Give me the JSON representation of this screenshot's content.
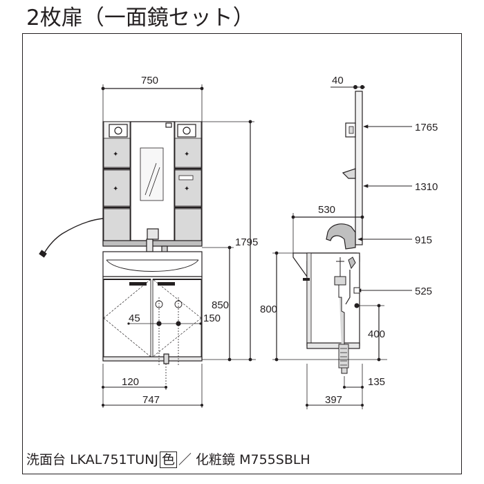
{
  "title": "2枚扉（一面鏡セット）",
  "front_view": {
    "width_top": "750",
    "total_height": "1795",
    "counter_height": "850",
    "hole_offset_left": "45",
    "hole_spacing": "150",
    "drain_offset": "120",
    "width_bottom": "747"
  },
  "side_view": {
    "mirror_depth": "40",
    "height_top": "1765",
    "height_shelf": "1310",
    "cabinet_depth": "530",
    "height_faucet": "915",
    "counter_height": "800",
    "height_supply": "525",
    "height_drain": "400",
    "drain_depth": "135",
    "base_depth": "397"
  },
  "caption": {
    "basin_label": "洗面台",
    "basin_model": "LKAL751TUNJ",
    "color_box": "色",
    "separator": "／",
    "mirror_label": "化粧鏡",
    "mirror_model": "M755SBLH"
  }
}
